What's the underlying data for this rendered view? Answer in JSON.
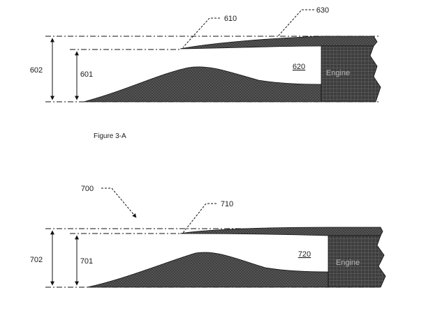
{
  "figures": [
    {
      "caption": "Figure 3-A",
      "labels": {
        "overall_height": "602",
        "inlet_height": "601",
        "lip": "610",
        "passage": "620",
        "cowl": "630",
        "engine": "Engine"
      }
    },
    {
      "caption": "",
      "labels": {
        "assembly": "700",
        "overall_height": "702",
        "inlet_height": "701",
        "lip": "710",
        "passage": "720",
        "engine": "Engine"
      }
    }
  ],
  "colors": {
    "line": "#111111",
    "fill_dark": "#4a4a4a",
    "fill_mid": "#6a6a6a",
    "engine": "#3a3a3a",
    "engine_text": "#b8b8b8"
  }
}
